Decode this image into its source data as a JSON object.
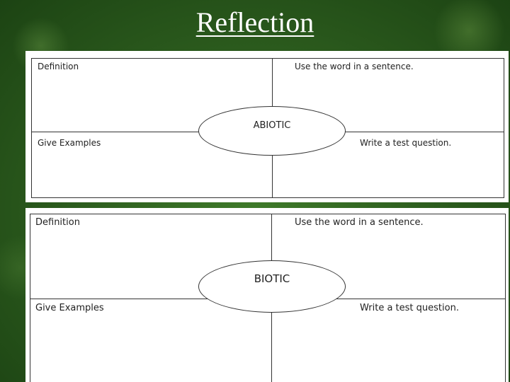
{
  "slide": {
    "title": "Reflection"
  },
  "organizers": [
    {
      "center_word": "ABIOTIC",
      "definition_label": "Definition",
      "sentence_label": "Use the word in a sentence.",
      "examples_label": "Give Examples",
      "question_label": "Write  a test  question."
    },
    {
      "center_word": "BIOTIC",
      "definition_label": "Definition",
      "sentence_label": "Use the word in a sentence.",
      "examples_label": "Give Examples",
      "question_label": "Write  a test  question."
    }
  ]
}
